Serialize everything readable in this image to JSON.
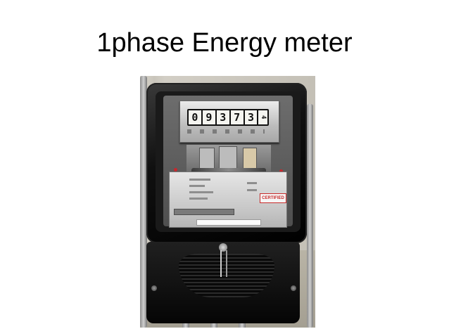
{
  "slide": {
    "title": "1phase Energy meter"
  },
  "photo": {
    "subject": "single-phase-energy-meter",
    "register_digits": [
      "0",
      "9",
      "3",
      "7",
      "3"
    ],
    "register_small_digit": "4",
    "certified_label": "CERTIFIED"
  },
  "colors": {
    "background": "#ffffff",
    "title_text": "#000000",
    "meter_case": "#0f0f0f",
    "certified_red": "#c82a2a"
  }
}
